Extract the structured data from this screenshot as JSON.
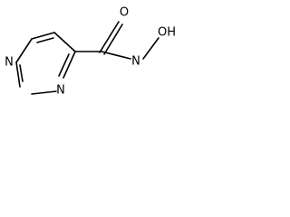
{
  "molecule": {
    "atoms": {
      "ring_n_left": "N",
      "ring_n_bottom": "N",
      "carbonyl_o": "O",
      "amide_n": "N",
      "hydroxyl": "OH"
    }
  }
}
